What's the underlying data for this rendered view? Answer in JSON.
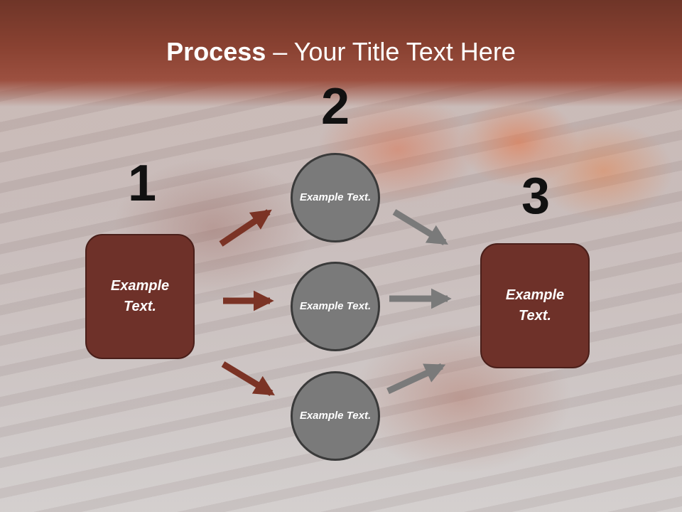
{
  "slide": {
    "title_bold": "Process",
    "title_rest": " – Your Title Text Here"
  },
  "steps": {
    "one": "1",
    "two": "2",
    "three": "3"
  },
  "left_box": {
    "text": "Example Text."
  },
  "circles": [
    {
      "text": "Example Text."
    },
    {
      "text": "Example Text."
    },
    {
      "text": "Example Text."
    }
  ],
  "right_box": {
    "text": "Example Text."
  },
  "colors": {
    "header": "#8a4232",
    "box": "#6e3129",
    "circle": "#7a7a7a",
    "arrow_left": "#7b3325",
    "arrow_right": "#7a7a7a"
  }
}
